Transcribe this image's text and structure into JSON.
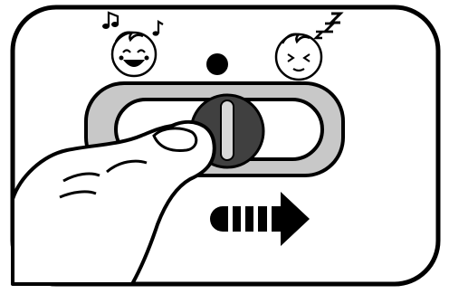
{
  "diagram": {
    "type": "slide-switch-instruction",
    "left_state": {
      "face_icon": "happy-face-icon",
      "accessory_icon": "music-notes-icon"
    },
    "right_state": {
      "face_icon": "sleeping-face-icon",
      "accessory_icon": "sleep-z-icon",
      "accessory_text": "zzZ"
    },
    "indicator": "indicator-dot",
    "switch": {
      "knob_position": "center",
      "slide_direction": "right"
    },
    "gesture": "finger-pushing-switch",
    "arrow": "striped-arrow-right-icon",
    "colors": {
      "outline": "#000000",
      "panel_fill": "#ffffff",
      "switch_plate": "#c8c8c8",
      "knob": "#404040",
      "knob_bar": "#d9d9d9"
    }
  }
}
